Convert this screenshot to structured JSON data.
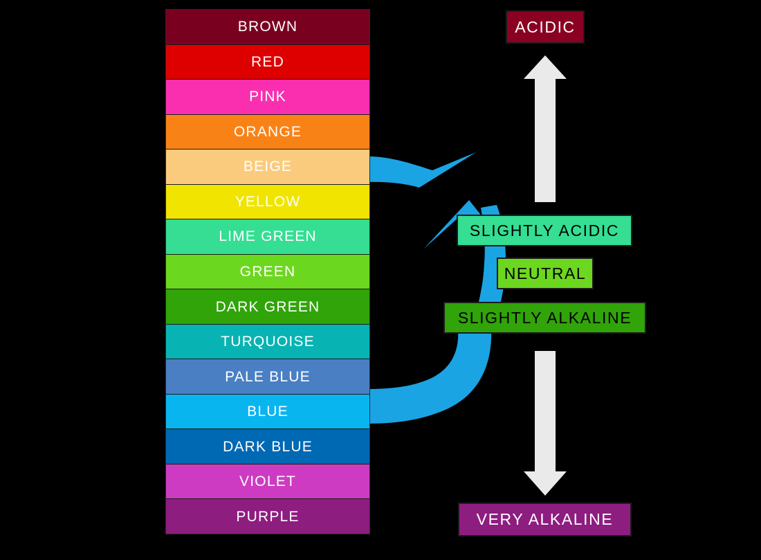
{
  "background_color": "#000000",
  "color_scale": {
    "name": "urine-color-chart",
    "rows": [
      {
        "label": "BROWN",
        "color": "#7A0020",
        "text_color": "#ffffff"
      },
      {
        "label": "RED",
        "color": "#DE0000",
        "text_color": "#ffffff"
      },
      {
        "label": "PINK",
        "color": "#F92FB0",
        "text_color": "#ffffff"
      },
      {
        "label": "ORANGE",
        "color": "#F98217",
        "text_color": "#ffffff"
      },
      {
        "label": "BEIGE",
        "color": "#FBCB7D",
        "text_color": "#ffffff"
      },
      {
        "label": "YELLOW",
        "color": "#F0E400",
        "text_color": "#ffffff"
      },
      {
        "label": "LIME GREEN",
        "color": "#35DE93",
        "text_color": "#ffffff"
      },
      {
        "label": "GREEN",
        "color": "#6CD71F",
        "text_color": "#ffffff"
      },
      {
        "label": "DARK GREEN",
        "color": "#30A409",
        "text_color": "#ffffff"
      },
      {
        "label": "TURQUOISE",
        "color": "#08B3B3",
        "text_color": "#ffffff"
      },
      {
        "label": "PALE BLUE",
        "color": "#4A7FC4",
        "text_color": "#ffffff"
      },
      {
        "label": "BLUE",
        "color": "#09B5EF",
        "text_color": "#ffffff"
      },
      {
        "label": "DARK BLUE",
        "color": "#0069B4",
        "text_color": "#ffffff"
      },
      {
        "label": "VIOLET",
        "color": "#CE3BC3",
        "text_color": "#ffffff"
      },
      {
        "label": "PURPLE",
        "color": "#8E1D80",
        "text_color": "#ffffff"
      }
    ]
  },
  "ph_labels": {
    "acidic": {
      "text": "ACIDIC",
      "color": "#8A0023",
      "text_color": "#ffffff"
    },
    "slightly_acidic": {
      "text": "SLIGHTLY ACIDIC",
      "color": "#35DE93",
      "text_color": "#000000"
    },
    "neutral": {
      "text": "NEUTRAL",
      "color": "#6CD71F",
      "text_color": "#000000"
    },
    "slightly_alkaline": {
      "text": "SLIGHTLY ALKALINE",
      "color": "#30A409",
      "text_color": "#000000"
    },
    "very_alkaline": {
      "text": "VERY  ALKALINE",
      "color": "#8E1D80",
      "text_color": "#ffffff"
    }
  },
  "arrows": {
    "acidic_up": {
      "name": "white-up-arrow",
      "color": "#EAEAEA",
      "direction": "up"
    },
    "alkaline_down": {
      "name": "white-down-arrow",
      "color": "#EAEAEA",
      "direction": "down"
    },
    "blue_upper": {
      "name": "blue-pointer-upper",
      "color": "#1BA4E4"
    },
    "blue_mid": {
      "name": "blue-pointer-mid",
      "color": "#1BA4E4"
    },
    "blue_lower": {
      "name": "blue-curve-lower",
      "color": "#1BA4E4"
    }
  }
}
